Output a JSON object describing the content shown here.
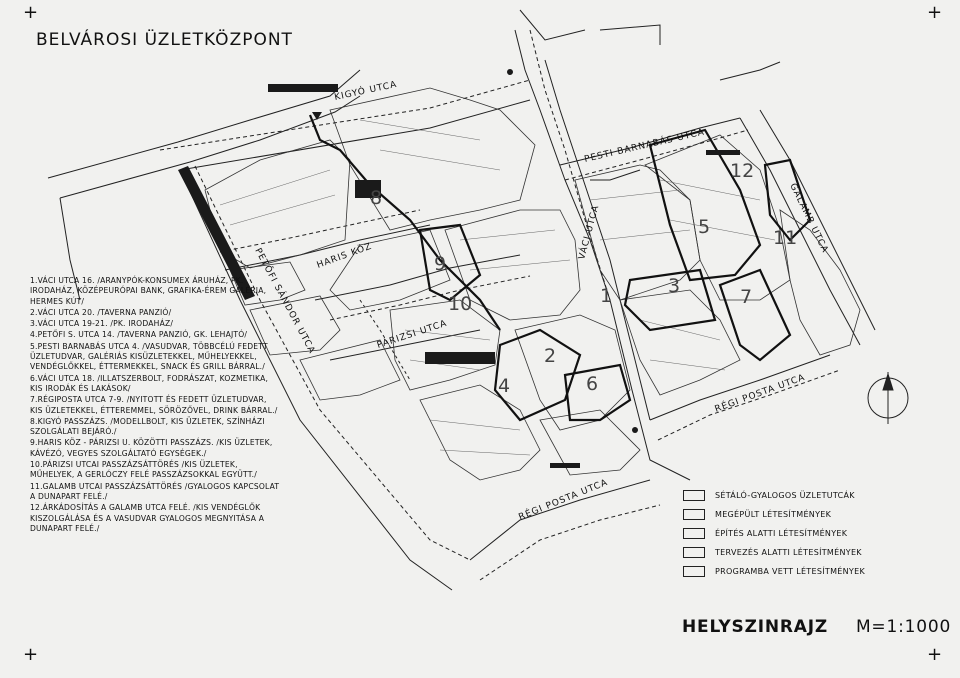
{
  "title": "BELVÁROSI ÜZLETKÖZPONT",
  "streets": {
    "kigyo": "KIGYÓ UTCA",
    "pesti_barnabas": "PESTI BARNABÁS UTCA",
    "galamb": "GALAMB UTCA",
    "vaci": "VÁCI UTCA",
    "haris": "HARIS KÖZ",
    "petofi": "PETŐFI SÁNDOR UTCA",
    "parizsi": "PÁRIZSI UTCA",
    "regi_posta_right": "RÉGI POSTA UTCA",
    "regi_posta_bottom": "RÉGI POSTA UTCA"
  },
  "plan_numbers": [
    "1",
    "2",
    "3",
    "4",
    "5",
    "6",
    "7",
    "8",
    "9",
    "10",
    "11",
    "12"
  ],
  "descriptions": [
    "1.VÁCI UTCA 16. /ARANYPÓK-KONSUMEX ÁRUHÁZ, PK. IRODAHÁZ, KÖZÉPEURÓPAI BANK, GRAFIKA-ÉREM GALÉRIA, HERMES KÚT/",
    "2.VÁCI UTCA 20. /TAVERNA PANZIÓ/",
    "3.VÁCI UTCA 19-21. /PK. IRODAHÁZ/",
    "4.PETŐFI S. UTCA 14. /TAVERNA PANZIÓ, GK. LEHAJTÓ/",
    "5.PESTI BARNABÁS UTCA 4. /VASUDVAR, TÖBBCÉLÚ FEDETT ÜZLETUDVAR, GALÉRIÁS KISÜZLETEKKEL, MŰHELYEKKEL, VENDÉGLŐKKEL, ÉTTERMEKKEL, SNACK ÉS GRILL BÁRRAL./",
    "6.VÁCI UTCA 18. /ILLATSZERBOLT, FODRÁSZAT, KOZMETIKA, KIS IRODÁK ÉS LAKÁSOK/",
    "7.RÉGIPOSTA UTCA 7-9. /NYITOTT ÉS FEDETT ÜZLETUDVAR, KIS ÜZLETEKKEL, ÉTTEREMMEL, SÖRÖZŐVEL, DRINK BÁRRAL./",
    "8.KIGYÓ PASSZÁZS. /MODELLBOLT, KIS ÜZLETEK, SZÍNHÁZI SZOLGÁLATI BEJÁRÓ./",
    "9.HARIS KÖZ - PÁRIZSI U. KÖZÖTTI PASSZÁZS. /KIS ÜZLETEK, KÁVÉZÓ, VEGYES SZOLGÁLTATÓ EGYSÉGEK./",
    "10.PÁRIZSI UTCAI PASSZÁZSÁTTÖRÉS /KIS ÜZLETEK, MŰHELYEK, A GERLÓCZY FELÉ PASSZÁZSOKKAL EGYÜTT./",
    "11.GALAMB UTCAI PASSZÁZSÁTTÖRÉS /GYALOGOS KAPCSOLAT A DUNAPART FELÉ./",
    "12.ÁRKÁDOSÍTÁS A GALAMB UTCA FELÉ. /KIS VENDÉGLŐK KISZOLGÁLÁSA ÉS A VASUDVAR GYALOGOS MEGNYITÁSA A DUNAPART FELÉ./"
  ],
  "key": [
    "SÉTÁLÓ-GYALOGOS ÜZLETUTCÁK",
    "MEGÉPÜLT LÉTESÍTMÉNYEK",
    "ÉPÍTÉS ALATTI LÉTESÍTMÉNYEK",
    "TERVEZÉS ALATTI LÉTESÍTMÉNYEK",
    "PROGRAMBA VETT LÉTESÍTMÉNYEK"
  ],
  "scale": {
    "label": "HELYSZINRAJZ",
    "value": "M=1:1000"
  }
}
